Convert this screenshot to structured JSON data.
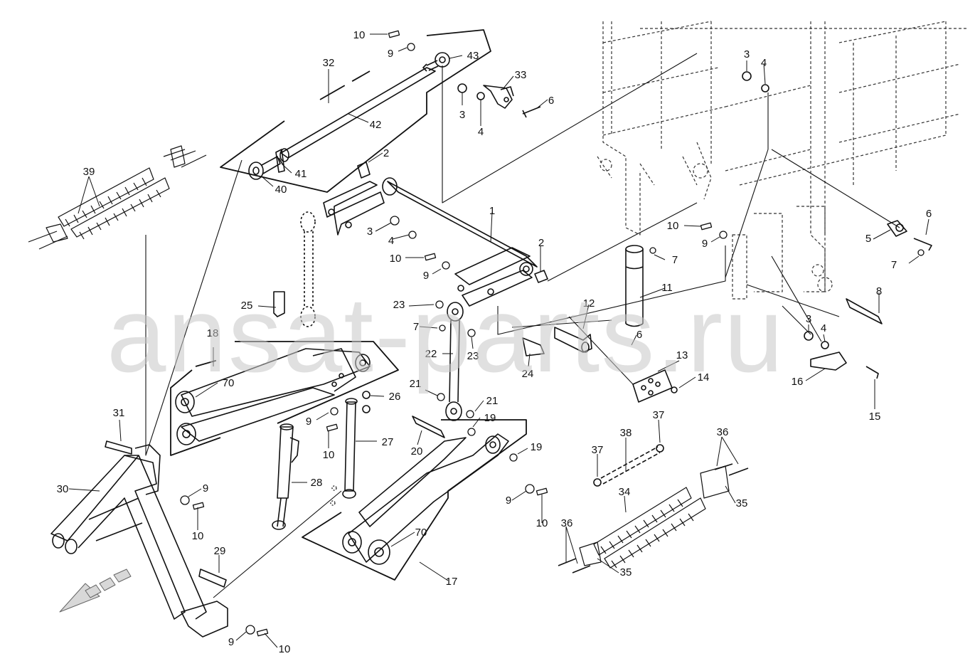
{
  "watermark": "ansat-parts.ru",
  "callouts": [
    {
      "label": "10"
    },
    {
      "label": "9"
    },
    {
      "label": "43"
    },
    {
      "label": "32"
    },
    {
      "label": "33"
    },
    {
      "label": "3"
    },
    {
      "label": "4"
    },
    {
      "label": "6"
    },
    {
      "label": "42"
    },
    {
      "label": "3"
    },
    {
      "label": "4"
    },
    {
      "label": "39"
    },
    {
      "label": "2"
    },
    {
      "label": "41"
    },
    {
      "label": "40"
    },
    {
      "label": "1"
    },
    {
      "label": "3"
    },
    {
      "label": "4"
    },
    {
      "label": "10"
    },
    {
      "label": "2"
    },
    {
      "label": "9"
    },
    {
      "label": "10"
    },
    {
      "label": "9"
    },
    {
      "label": "6"
    },
    {
      "label": "5"
    },
    {
      "label": "7"
    },
    {
      "label": "7"
    },
    {
      "label": "25"
    },
    {
      "label": "23"
    },
    {
      "label": "11"
    },
    {
      "label": "12"
    },
    {
      "label": "8"
    },
    {
      "label": "7"
    },
    {
      "label": "23"
    },
    {
      "label": "6"
    },
    {
      "label": "18"
    },
    {
      "label": "22"
    },
    {
      "label": "24"
    },
    {
      "label": "3"
    },
    {
      "label": "4"
    },
    {
      "label": "70"
    },
    {
      "label": "13"
    },
    {
      "label": "14"
    },
    {
      "label": "16"
    },
    {
      "label": "15"
    },
    {
      "label": "21"
    },
    {
      "label": "26"
    },
    {
      "label": "21"
    },
    {
      "label": "31"
    },
    {
      "label": "9"
    },
    {
      "label": "19"
    },
    {
      "label": "37"
    },
    {
      "label": "27"
    },
    {
      "label": "20"
    },
    {
      "label": "10"
    },
    {
      "label": "19"
    },
    {
      "label": "38"
    },
    {
      "label": "36"
    },
    {
      "label": "37"
    },
    {
      "label": "30"
    },
    {
      "label": "9"
    },
    {
      "label": "28"
    },
    {
      "label": "34"
    },
    {
      "label": "35"
    },
    {
      "label": "9"
    },
    {
      "label": "10"
    },
    {
      "label": "10"
    },
    {
      "label": "70"
    },
    {
      "label": "36"
    },
    {
      "label": "29"
    },
    {
      "label": "35"
    },
    {
      "label": "17"
    },
    {
      "label": "9"
    },
    {
      "label": "10"
    }
  ]
}
